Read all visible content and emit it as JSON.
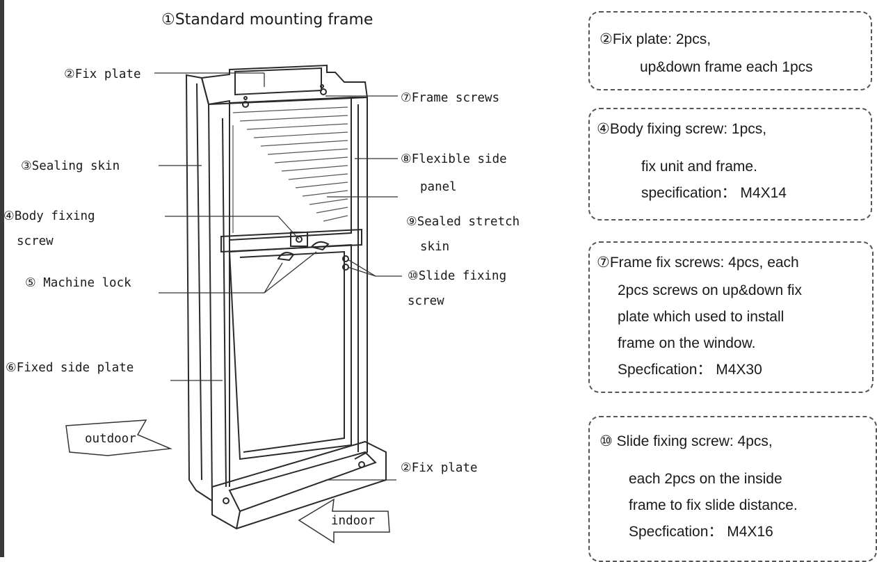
{
  "title": "①Standard mounting frame",
  "labels": {
    "fix_plate_top": "②Fix plate",
    "frame_screws": "⑦Frame screws",
    "sealing_skin": "③Sealing skin",
    "flexible_side_1": "⑧Flexible side",
    "flexible_side_2": "panel",
    "body_fixing_1": "④Body fixing",
    "body_fixing_2": "screw",
    "sealed_stretch_1": "⑨Sealed stretch",
    "sealed_stretch_2": "skin",
    "machine_lock": "⑤ Machine lock",
    "slide_fixing_1": "⑩Slide fixing",
    "slide_fixing_2": "screw",
    "fixed_side_plate": "⑥Fixed side plate",
    "fix_plate_bottom": "②Fix plate",
    "outdoor": "outdoor",
    "indoor": "indoor"
  },
  "notes": {
    "fix_plate": [
      "②Fix plate: 2pcs,",
      "up&down frame each 1pcs"
    ],
    "body_screw": [
      "④Body fixing screw: 1pcs,",
      "fix unit and frame.",
      "specification： M4X14"
    ],
    "frame_screws": [
      "⑦Frame fix screws: 4pcs, each",
      "2pcs screws on up&down fix",
      "plate which used to install",
      "frame on the window.",
      "Specfication： M4X30"
    ],
    "slide_screw": [
      "⑩ Slide fixing screw: 4pcs,",
      "each 2pcs on the inside",
      "frame to fix slide distance.",
      "Specfication： M4X16"
    ]
  }
}
